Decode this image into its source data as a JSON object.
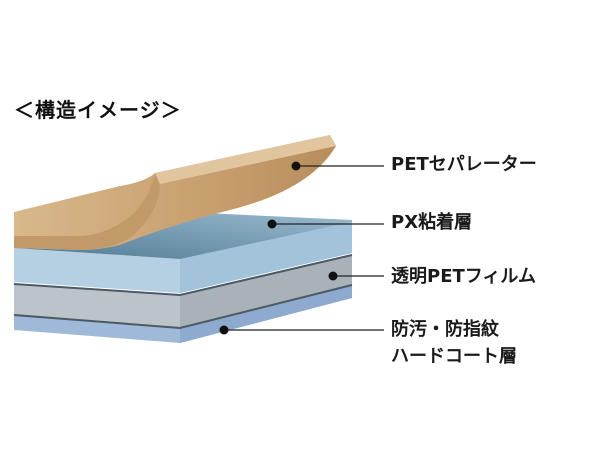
{
  "title": "＜構造イメージ＞",
  "layers": [
    {
      "label": "PETセパレーター",
      "color": "#c9a374"
    },
    {
      "label": "PX粘着層",
      "color": "#a9c9dc"
    },
    {
      "label": "透明PETフィルム",
      "color": "#b3bcc1"
    },
    {
      "label_line1": "防汚・防指紋",
      "label_line2": "ハードコート層",
      "color": "#9ab6d6"
    }
  ]
}
